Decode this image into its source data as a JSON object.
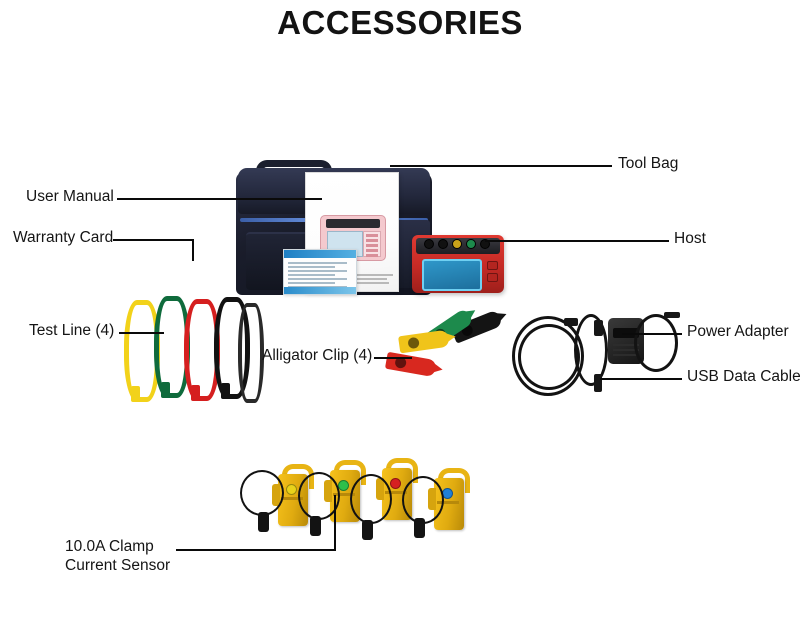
{
  "page": {
    "title": "ACCESSORIES",
    "background_color": "#ffffff",
    "text_color": "#151515",
    "leader_line_color": "#0a0a0a"
  },
  "callouts": [
    {
      "id": "tool-bag",
      "label": "Tool Bag",
      "side": "right"
    },
    {
      "id": "host",
      "label": "Host",
      "side": "right"
    },
    {
      "id": "power-adapter",
      "label": "Power Adapter",
      "side": "right"
    },
    {
      "id": "usb-data-cable",
      "label": "USB Data Cable",
      "side": "right"
    },
    {
      "id": "user-manual",
      "label": "User Manual",
      "side": "left"
    },
    {
      "id": "warranty-card",
      "label": "Warranty Card",
      "side": "left"
    },
    {
      "id": "test-line",
      "label": "Test Line (4)",
      "side": "left"
    },
    {
      "id": "alligator-clip",
      "label": "Alligator Clip (4)",
      "side": "left"
    },
    {
      "id": "clamp-sensor",
      "label_line1": "10.0A Clamp",
      "label_line2": "Current Sensor",
      "side": "left"
    }
  ],
  "items": {
    "tool_bag": {
      "name": "Tool Bag",
      "color": "#1a1d2b",
      "accent_color": "#3b5fa8"
    },
    "user_manual": {
      "name": "User Manual",
      "color": "#ffffff"
    },
    "warranty_card": {
      "name": "Warranty Card",
      "color": "#1e7fc4"
    },
    "host": {
      "name": "Host",
      "color": "#c42a25",
      "screen_color": "#2f97c9"
    },
    "test_lines": {
      "name": "Test Line",
      "count": 4,
      "colors": [
        "#f2d21a",
        "#0f6b3c",
        "#d51f1f",
        "#121212"
      ]
    },
    "alligator_clips": {
      "name": "Alligator Clip",
      "count": 4,
      "colors": [
        "#d8281f",
        "#f0c41a",
        "#1d8a4c",
        "#141414"
      ]
    },
    "usb_cable": {
      "name": "USB Data Cable",
      "color": "#131313"
    },
    "power_adapter": {
      "name": "Power Adapter",
      "color": "#1a1a1a"
    },
    "clamp_sensors": {
      "name": "10.0A Clamp Current Sensor",
      "count": 4,
      "body_color": "#e8b414",
      "led_colors": [
        "#e8d21a",
        "#2fbf4a",
        "#d62121",
        "#1f7fd6"
      ]
    }
  }
}
